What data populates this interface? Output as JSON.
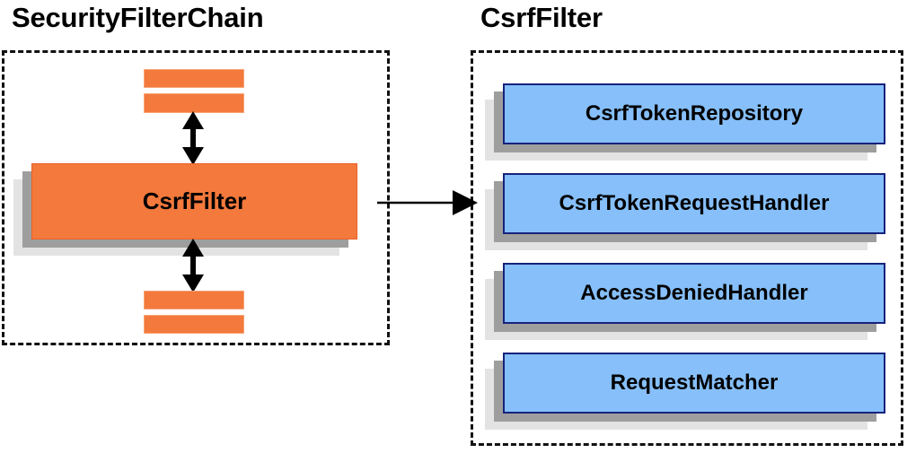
{
  "diagram": {
    "type": "component-relationship",
    "left_panel": {
      "title": "SecurityFilterChain",
      "main_component": "CsrfFilter",
      "neighbor_bars": [
        {
          "name": "filter-bar-above-1"
        },
        {
          "name": "filter-bar-above-2"
        },
        {
          "name": "filter-bar-below-1"
        },
        {
          "name": "filter-bar-below-2"
        }
      ],
      "connectors": [
        {
          "name": "double-arrow-up",
          "kind": "double-headed-vertical"
        },
        {
          "name": "double-arrow-down",
          "kind": "double-headed-vertical"
        }
      ]
    },
    "connector": {
      "name": "expands-into-arrow",
      "kind": "single-headed-horizontal",
      "from": "CsrfFilter",
      "to": "CsrfFilter"
    },
    "right_panel": {
      "title": "CsrfFilter",
      "collaborators": [
        {
          "label": "CsrfTokenRepository"
        },
        {
          "label": "CsrfTokenRequestHandler"
        },
        {
          "label": "AccessDeniedHandler"
        },
        {
          "label": "RequestMatcher"
        }
      ]
    },
    "colors": {
      "orange_fill": "#F3793C",
      "orange_border": "#E8622A",
      "blue_fill": "#86BFF9",
      "blue_border": "#16227C",
      "shadow_dark": "#9E9E9E",
      "shadow_light": "#E3E3E3",
      "outline_dashed": "#111111",
      "text": "#000000",
      "background": "#FFFFFF"
    }
  }
}
